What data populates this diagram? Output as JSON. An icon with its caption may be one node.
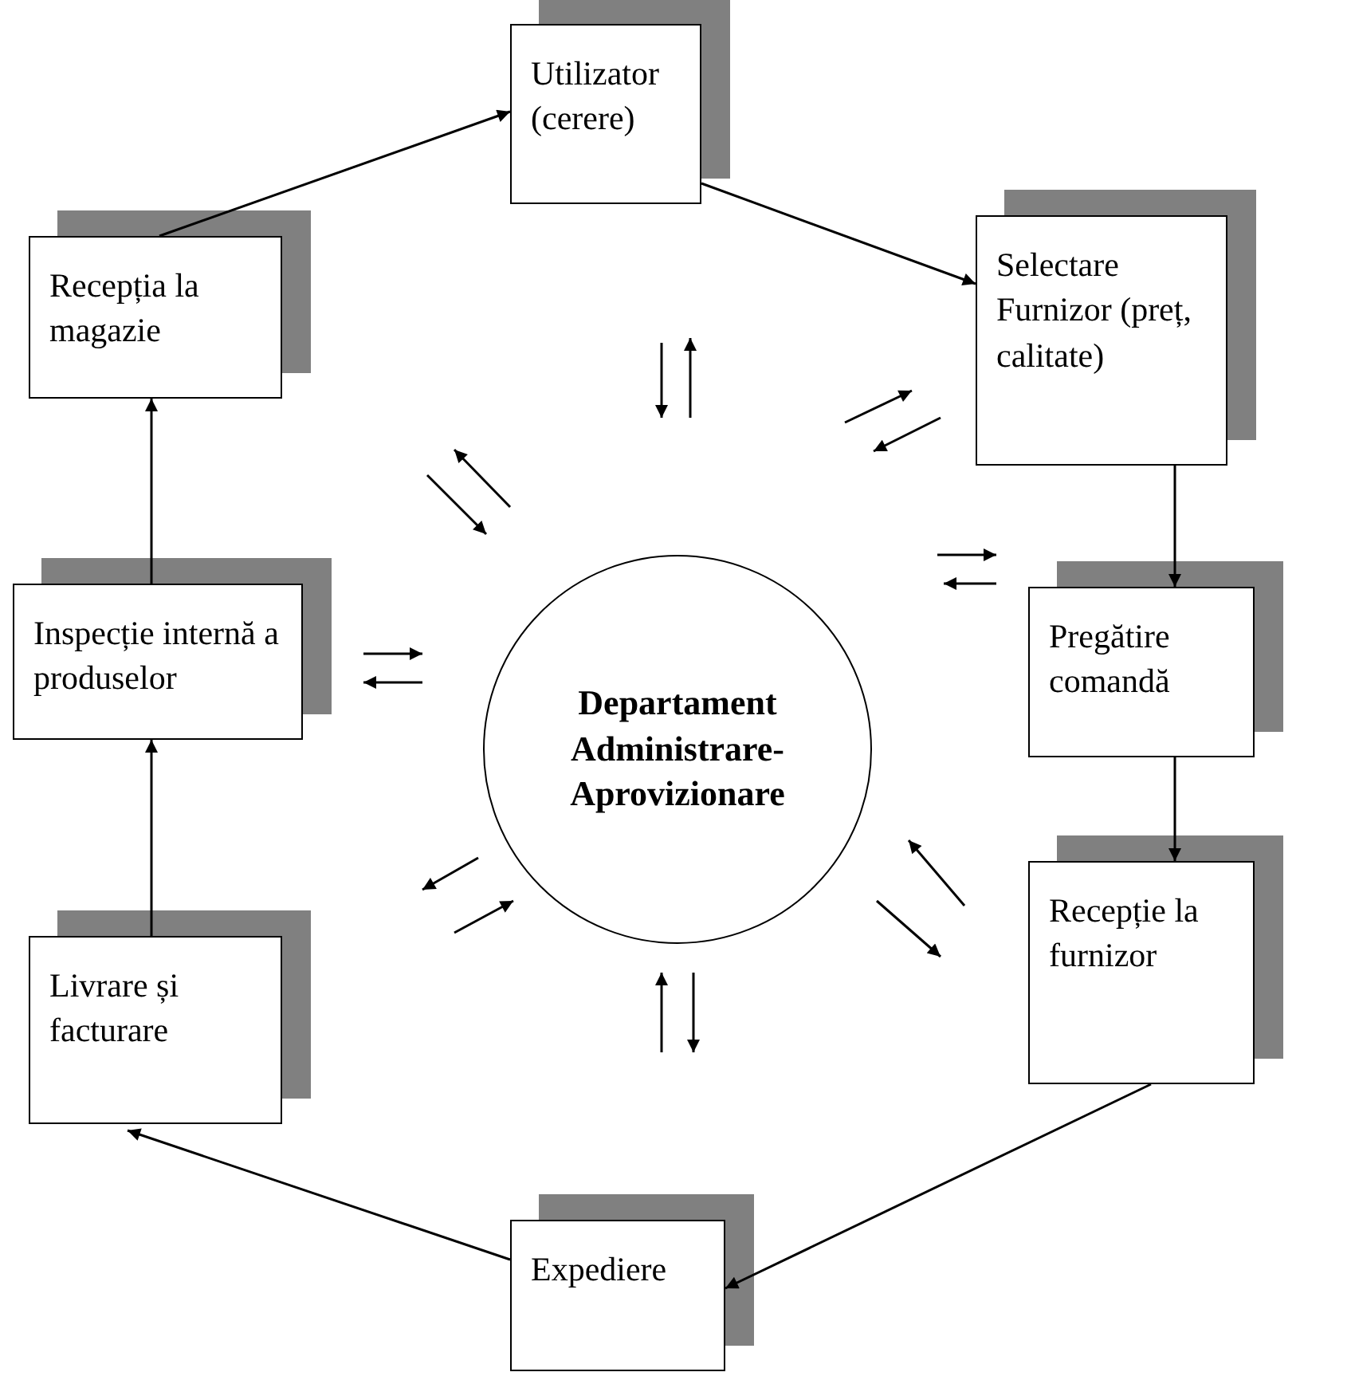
{
  "diagram": {
    "nodes": [
      {
        "text": [
          "Utilizator (cerere)"
        ]
      },
      {
        "text": [
          "Selectare Furnizor (preț, calitate)"
        ]
      },
      {
        "text": [
          "Pregătire comandă"
        ]
      },
      {
        "text": [
          "Recepție la furnizor"
        ]
      },
      {
        "text": [
          "Expediere"
        ]
      },
      {
        "text": [
          "Livrare și facturare"
        ]
      },
      {
        "text": [
          "Inspecție internă a produselor"
        ]
      },
      {
        "text": [
          "Recepția la magazie"
        ]
      },
      {
        "text": [
          "Departament Administrare-Aprovizionare"
        ]
      }
    ],
    "edges": [
      {
        "from": 7,
        "to": 0,
        "arrow": "to"
      },
      {
        "from": 0,
        "to": 1,
        "arrow": "to"
      },
      {
        "from": 1,
        "to": 2,
        "arrow": "to"
      },
      {
        "from": 2,
        "to": 3,
        "arrow": "to"
      },
      {
        "from": 3,
        "to": 4,
        "arrow": "to"
      },
      {
        "from": 4,
        "to": 5,
        "arrow": "to"
      },
      {
        "from": 5,
        "to": 6,
        "arrow": "to"
      },
      {
        "from": 6,
        "to": 7,
        "arrow": "to"
      }
    ]
  }
}
